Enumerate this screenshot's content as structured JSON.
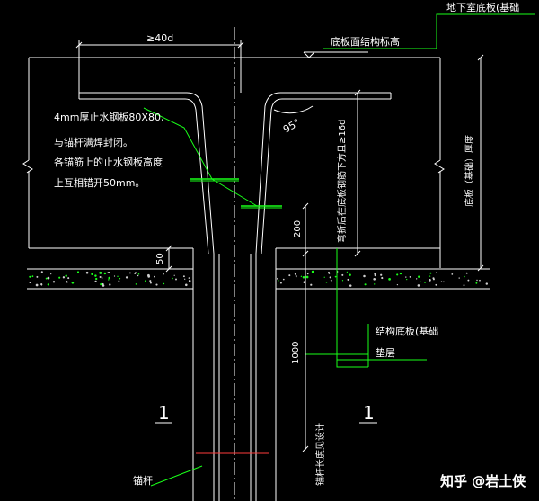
{
  "labels": {
    "anchor_len_top": "≥40d",
    "floor_top_elev": "底板面结构标高",
    "basement_floor": "地下室底板(基础",
    "waterstop_1": "4mm厚止水钢板80X80,",
    "waterstop_2": "与锚杆满焊封闭。",
    "waterstop_3": "各锚筋上的止水钢板高度",
    "waterstop_4": "上互相错开50mm。",
    "angle": "95°",
    "anchor_len_vertical": "弯折后在底板钢筋下方且≥16d",
    "slab_thickness": "底板（基础）厚度",
    "dim_200": "200",
    "dim_50": "50",
    "dim_1000": "1000",
    "structural_slab": "结构底板(基础",
    "cushion": "垫层",
    "section_left": "1",
    "section_right": "1",
    "anchor_rod_len": "锚杆长度见设计",
    "anchor_rod": "锚杆",
    "watermark": "知乎 @岩土侠"
  },
  "colors": {
    "background": "#000000",
    "concrete_line": "#ffffff",
    "rebar": "#ffffff",
    "leader_green": "#19ff19",
    "dimension": "#ffffff",
    "hatch_dots": "#19ff19",
    "weld_plate": "#19ff19",
    "centerline_red": "#ff3b3b"
  }
}
